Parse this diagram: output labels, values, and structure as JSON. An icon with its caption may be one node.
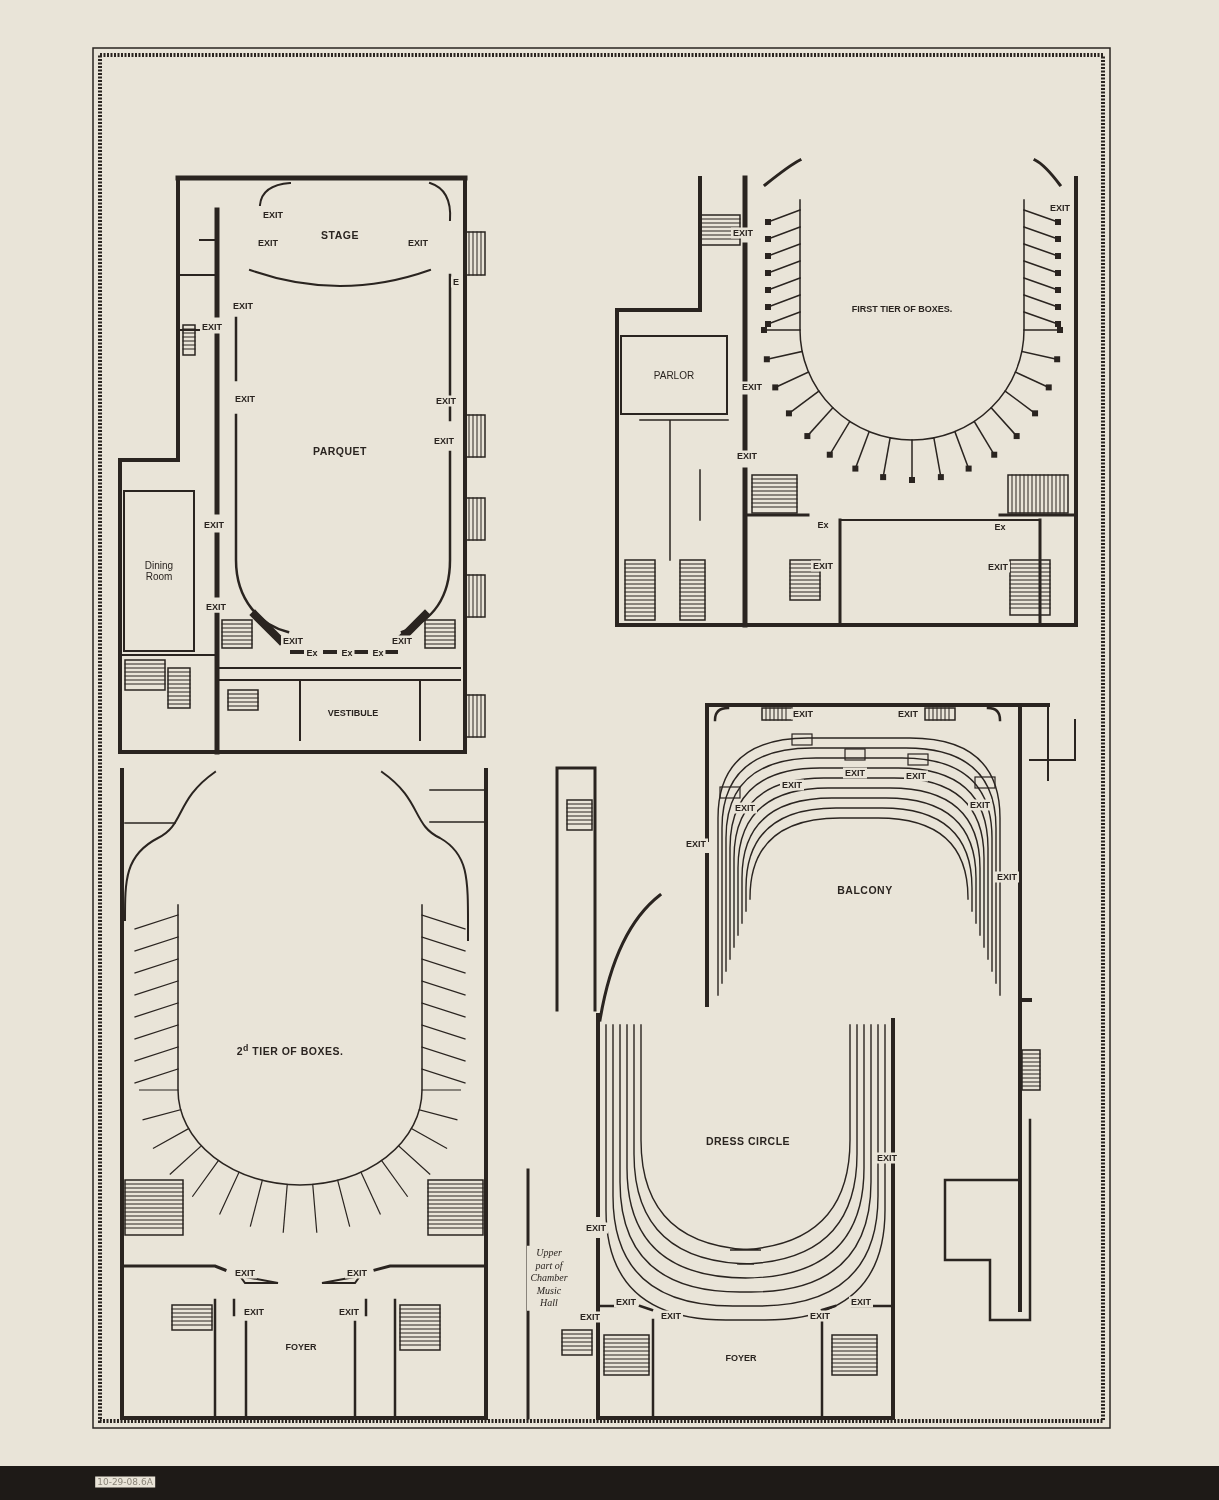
{
  "diagram": {
    "nodes": [
      {
        "text": [
          "Dining Room"
        ]
      },
      {
        "text": [
          "PARLOR"
        ]
      }
    ],
    "labels": [
      "EXIT",
      "EXIT",
      "STAGE",
      "EXIT",
      "E",
      "EXIT",
      "EXIT",
      "EXIT",
      "EXIT",
      "EXIT",
      "PARQUET",
      "EXIT",
      "EXIT",
      "EXIT",
      "EXIT",
      "Ex",
      "Ex",
      "Ex",
      "VESTIBULE",
      "EXIT",
      "EXIT",
      "FIRST TIER OF BOXES.",
      "EXIT",
      "EXIT",
      "Ex",
      "Ex",
      "EXIT",
      "EXIT",
      "EXIT",
      "EXIT",
      "EXIT",
      "EXIT",
      "EXIT",
      "EXIT",
      "EXIT",
      "EXIT",
      "BALCONY",
      "EXIT",
      "2$^{d}$ TIER OF BOXES.",
      "EXIT",
      "EXIT",
      "EXIT",
      "EXIT",
      "FOYER",
      "DRESS CIRCLE",
      "EXIT",
      "EXIT",
      "Upper part of Chamber Music Hall",
      "EXIT",
      "EXIT",
      "EXIT",
      "EXIT",
      "EXIT",
      "FOYER",
      "10-29-08.6A"
    ]
  }
}
